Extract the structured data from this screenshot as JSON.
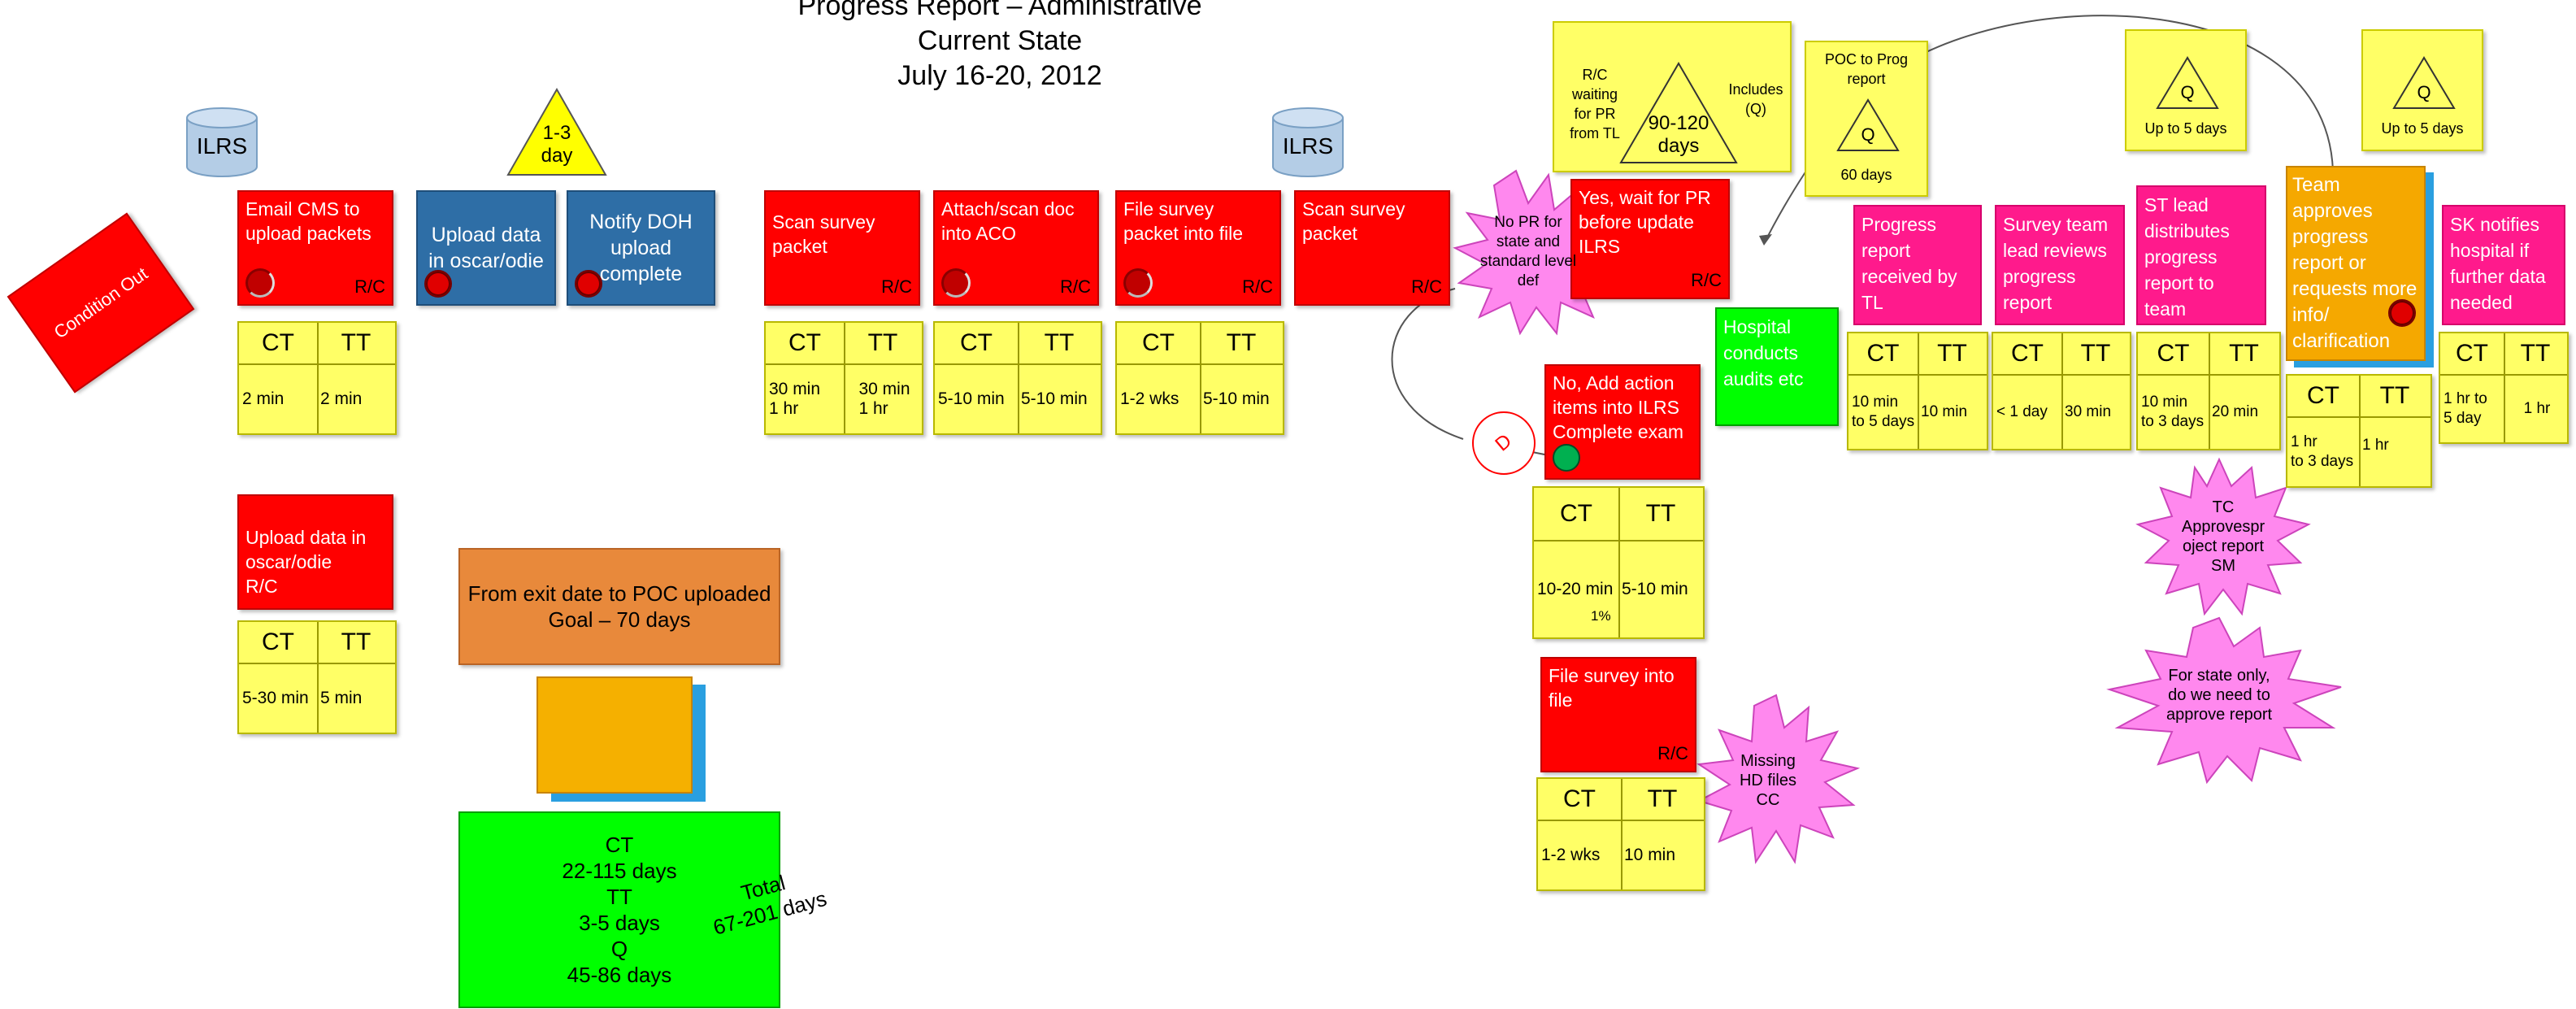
{
  "title": [
    "Progress Report – Administrative",
    "Current State",
    "July 16-20, 2012"
  ],
  "condition_out": "Condition Out",
  "ilrs_label": "ILRS",
  "ilrs2_label": "ILRS",
  "delay_triangle": "1-3\nday",
  "steps": {
    "email_cms": {
      "text": "Email CMS to upload packets",
      "rc": "R/C",
      "ct": "2 min",
      "tt": "2 min"
    },
    "upload_oscar": {
      "text": "Upload data in oscar/odie"
    },
    "notify_doh": {
      "text": "Notify DOH upload complete"
    },
    "upload_oscar2": {
      "text": "Upload data in oscar/odie\nR/C",
      "ct": "5-30 min",
      "tt": "5 min"
    },
    "scan_survey": {
      "text": "Scan survey packet",
      "rc": "R/C",
      "ct": "30 min\n1 hr",
      "tt": "30 min\n1 hr"
    },
    "attach_scan": {
      "text": "Attach/scan doc into ACO",
      "rc": "R/C",
      "ct": "5-10 min",
      "tt": "5-10 min"
    },
    "file_survey": {
      "text": "File survey packet into file",
      "rc": "R/C",
      "ct": "1-2 wks",
      "tt": "5-10 min"
    },
    "scan_survey2": {
      "text": "Scan survey packet",
      "rc": "R/C"
    },
    "yes_wait": {
      "text": "Yes, wait for PR before update ILRS",
      "rc": "R/C"
    },
    "no_add": {
      "text": "No, Add action items into ILRS Complete exam",
      "ct": "10-20 min",
      "ct_note": "1%",
      "tt": "5-10 min"
    },
    "file_survey_into": {
      "text": "File survey into file",
      "rc": "R/C",
      "ct": "1-2 wks",
      "tt": "10 min"
    },
    "progress_received": {
      "text": "Progress report received by TL",
      "ct": "10 min\nto 5 days",
      "tt": "10 min"
    },
    "survey_lead": {
      "text": "Survey team lead reviews progress report",
      "ct": "< 1 day",
      "tt": "30 min"
    },
    "st_lead": {
      "text": "ST lead distributes progress report to team",
      "ct": "10 min\nto 3 days",
      "tt": "20 min"
    },
    "team_approves": {
      "text": "Team approves progress report or requests more info/ clarification",
      "ct": "1 hr\nto 3 days",
      "tt": "1 hr"
    },
    "sk_notifies": {
      "text": "SK notifies hospital if further data needed",
      "ct": "1 hr to\n5 day",
      "tt": "1 hr"
    }
  },
  "ct_label": "CT",
  "tt_label": "TT",
  "hospital_audits": "Hospital conducts audits etc",
  "starbursts": {
    "no_pr": "No PR for state and standard level def",
    "missing_hd": "Missing\nHD files\nCC",
    "tc_approves": "TC\nApprovespr\noject report\nSM",
    "state_only": "For state only,\ndo we need to\napprove report"
  },
  "wait_box": {
    "left": "R/C\nwaiting\nfor PR\nfrom TL",
    "center": "90-120\ndays",
    "right": "Includes\n(Q)"
  },
  "poc_box": {
    "top": "POC to Prog\nreport",
    "q": "Q",
    "bottom": "60 days"
  },
  "q_box1": {
    "q": "Q",
    "bottom": "Up to 5 days"
  },
  "q_box2": {
    "q": "Q",
    "bottom": "Up to 5 days"
  },
  "decision": "D",
  "goal_box": "From exit date to POC uploaded\nGoal – 70 days",
  "summary": {
    "text": "CT\n22-115 days\nTT\n3-5 days\nQ\n45-86 days",
    "total": "Total\n67-201 days"
  },
  "colors": {
    "red": "#ff0000",
    "blue": "#2e6ea6",
    "yellow": "#ffff66",
    "pink": "#ff1a8c",
    "green": "#00ff00",
    "orange": "#e8893b",
    "starburst": "#ff88ee"
  }
}
